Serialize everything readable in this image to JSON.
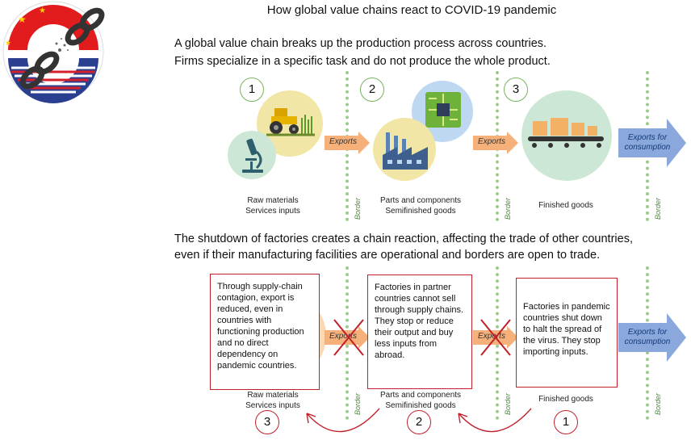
{
  "title": "How global value chains react to COVID-19 pandemic",
  "intro": {
    "line1": "A global value chain breaks up the production process across countries.",
    "line2": "Firms specialize in a specific task and do not produce the whole product."
  },
  "top_flow": {
    "numbers": [
      "1",
      "2",
      "3"
    ],
    "arrow_label": "Exports",
    "final_arrow": {
      "line1": "Exports for",
      "line2": "consumption"
    },
    "border_label": "Border",
    "labels": [
      {
        "line1": "Raw materials",
        "line2": "Services inputs"
      },
      {
        "line1": "Parts and components",
        "line2": "Semifinished goods"
      },
      {
        "line1": "Finished goods",
        "line2": ""
      }
    ]
  },
  "shutdown": {
    "line1": "The shutdown of factories creates a chain reaction, affecting the trade of other countries,",
    "line2": "even if their manufacturing facilities are operational and borders are open to trade."
  },
  "bottom_flow": {
    "boxes": [
      "Through supply-chain contagion, export is reduced, even in countries with functioning production and no direct dependency on pandemic countries.",
      "Factories in partner countries cannot sell through supply chains. They stop or reduce their output and buy less inputs from abroad.",
      "Factories in pandemic countries  shut down to halt the spread of the virus. They stop importing inputs."
    ],
    "arrow_label": "Exports",
    "final_arrow": {
      "line1": "Exports for",
      "line2": "consumption"
    },
    "border_label": "Border",
    "labels": [
      {
        "line1": "Raw materials",
        "line2": "Services inputs"
      },
      {
        "line1": "Parts and components",
        "line2": "Semifinished goods"
      },
      {
        "line1": "Finished goods",
        "line2": ""
      }
    ],
    "numbers": [
      "3",
      "2",
      "1"
    ]
  },
  "colors": {
    "orange_arrow": "#f6b07a",
    "blue_arrow": "#8aa8dc",
    "green_circle": "#cce7d6",
    "yellow_circle": "#f1e6a6",
    "red": "#c0202a",
    "border_green": "#9dca8f"
  },
  "icons": [
    "broken-chain-flags-logo",
    "microscope-icon",
    "tractor-icon",
    "circuit-board-icon",
    "factory-icon",
    "conveyor-boxes-icon"
  ]
}
